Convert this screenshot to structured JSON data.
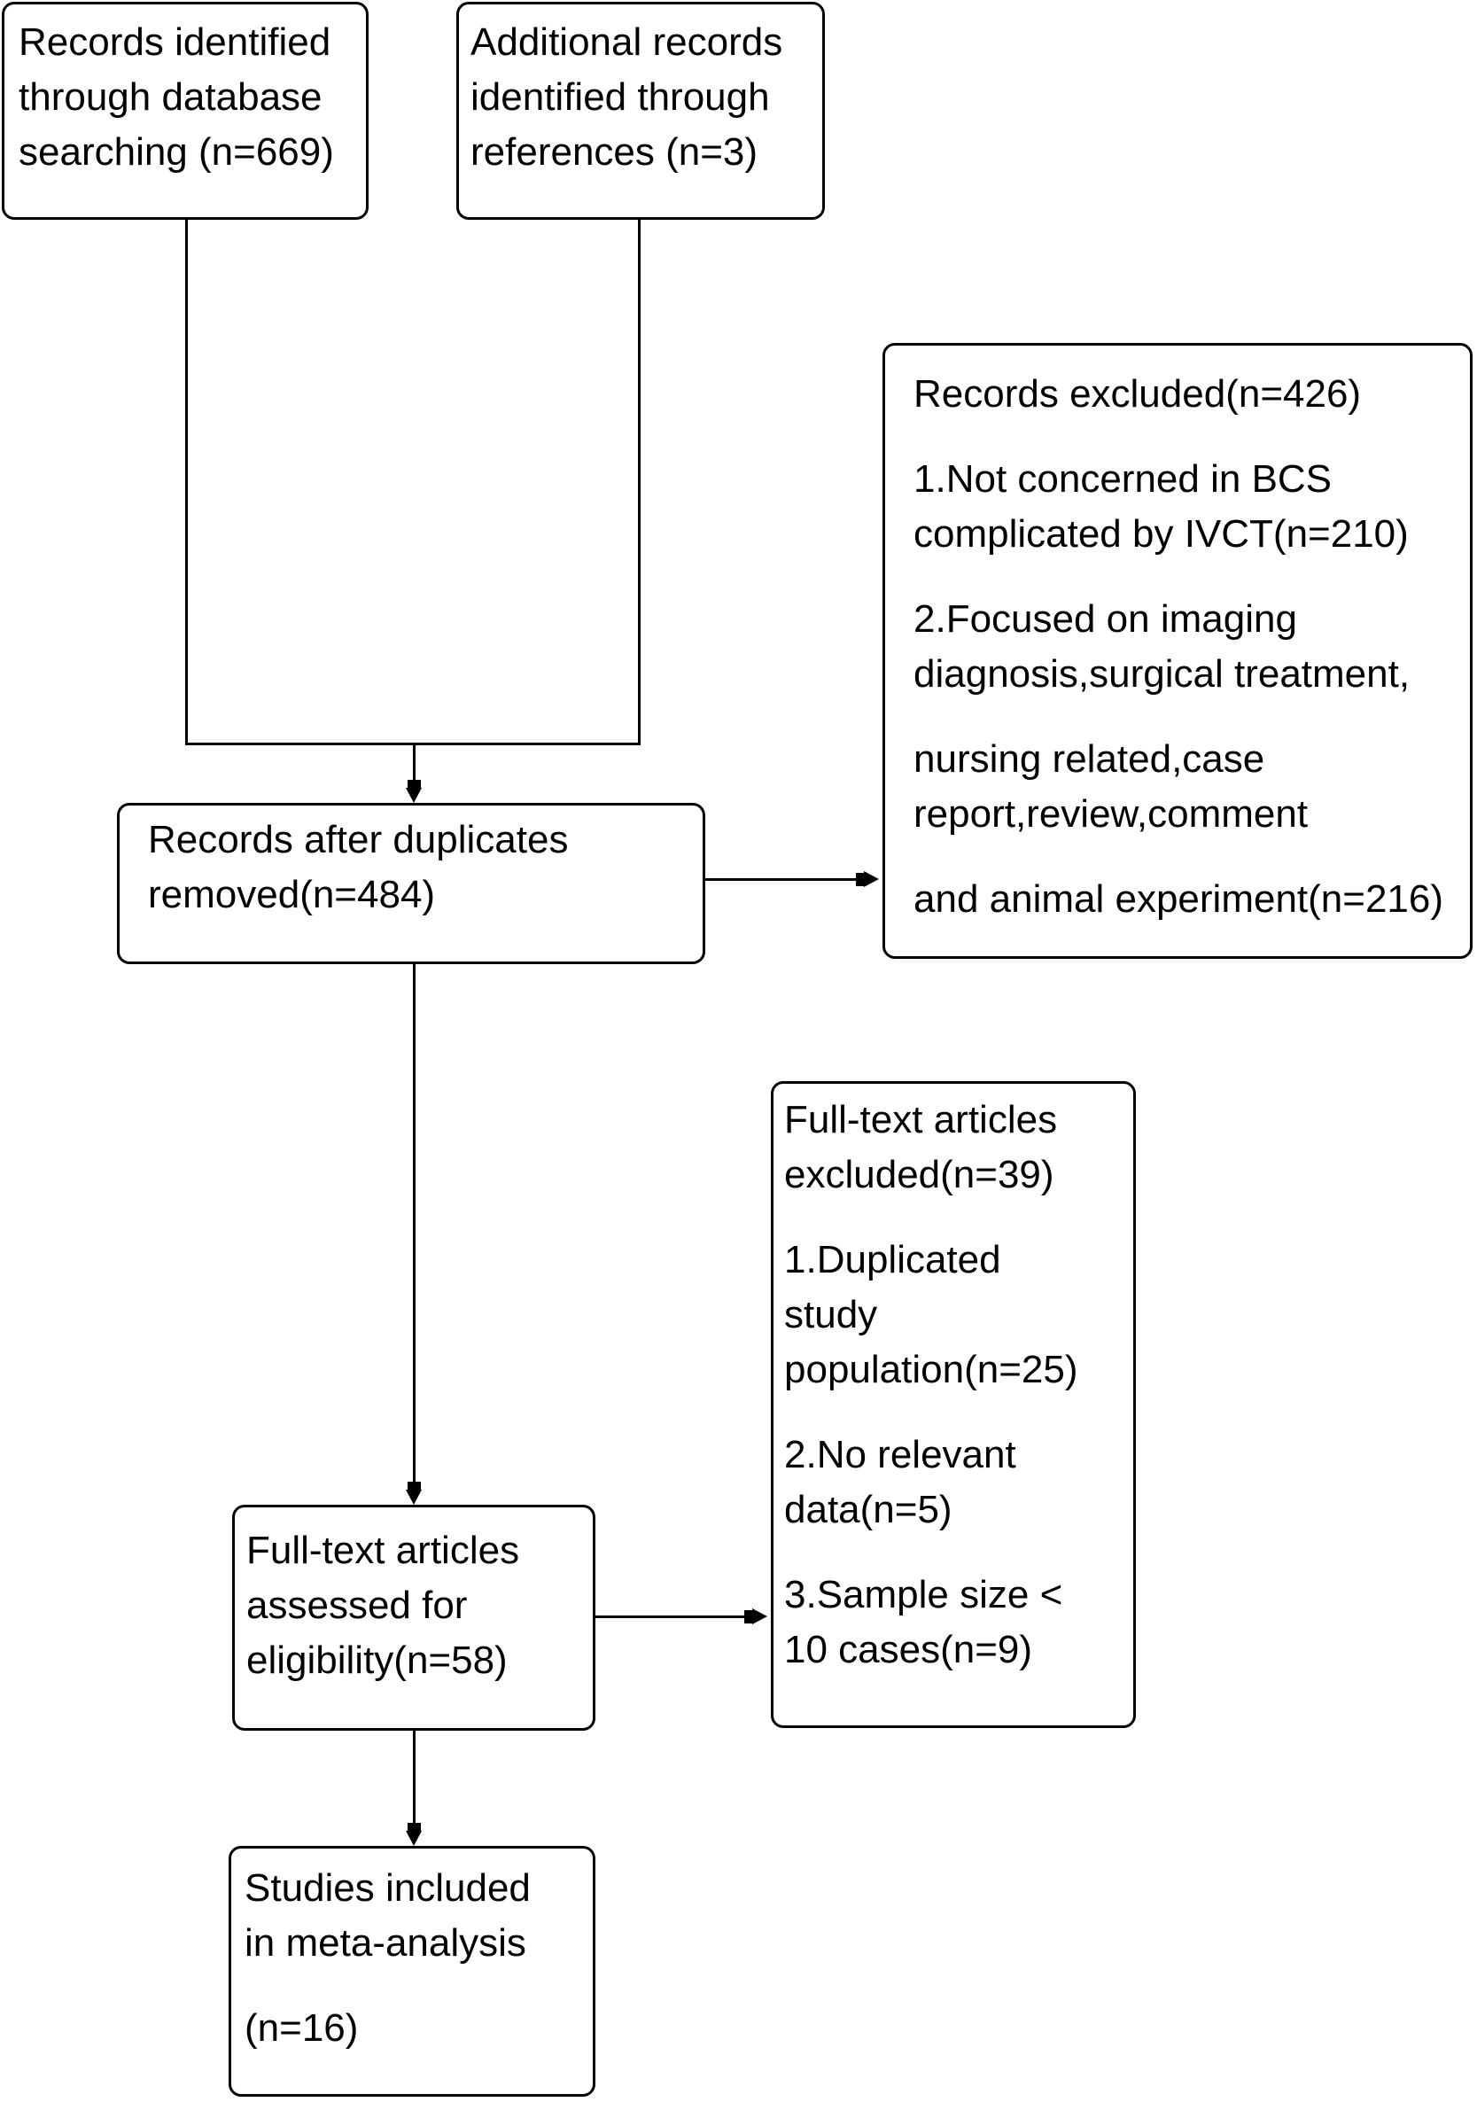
{
  "diagram": {
    "kind": "study-selection-flowchart",
    "colors": {
      "background": "#ffffff",
      "line": "#000000",
      "text": "#000000"
    },
    "nodes": {
      "identified_db": {
        "lines": [
          "Records identified",
          "through database",
          "searching (n=669)"
        ]
      },
      "identified_refs": {
        "lines": [
          "Additional records",
          "identified through",
          "references (n=3)"
        ]
      },
      "after_duplicates": {
        "lines": [
          "Records after duplicates",
          "removed(n=484)"
        ]
      },
      "records_excluded": {
        "lines": [
          "Records excluded(n=426)",
          "1.Not concerned in BCS",
          "complicated by IVCT(n=210)",
          "2.Focused on imaging",
          "diagnosis,surgical treatment,",
          "nursing related,case",
          "report,review,comment",
          "and animal experiment(n=216)"
        ]
      },
      "fulltext_assessed": {
        "lines": [
          "Full-text articles",
          "assessed for",
          "eligibility(n=58)"
        ]
      },
      "fulltext_excluded": {
        "lines": [
          "Full-text articles",
          "excluded(n=39)",
          "1.Duplicated",
          "study",
          "population(n=25)",
          "2.No relevant",
          "data(n=5)",
          "3.Sample size <",
          "10 cases(n=9)"
        ]
      },
      "included": {
        "lines": [
          "Studies included",
          "in meta-analysis",
          "(n=16)"
        ]
      }
    },
    "edges": [
      {
        "from": "identified_db",
        "to": "after_duplicates"
      },
      {
        "from": "identified_refs",
        "to": "after_duplicates"
      },
      {
        "from": "after_duplicates",
        "to": "records_excluded"
      },
      {
        "from": "after_duplicates",
        "to": "fulltext_assessed"
      },
      {
        "from": "fulltext_assessed",
        "to": "fulltext_excluded"
      },
      {
        "from": "fulltext_assessed",
        "to": "included"
      }
    ]
  }
}
